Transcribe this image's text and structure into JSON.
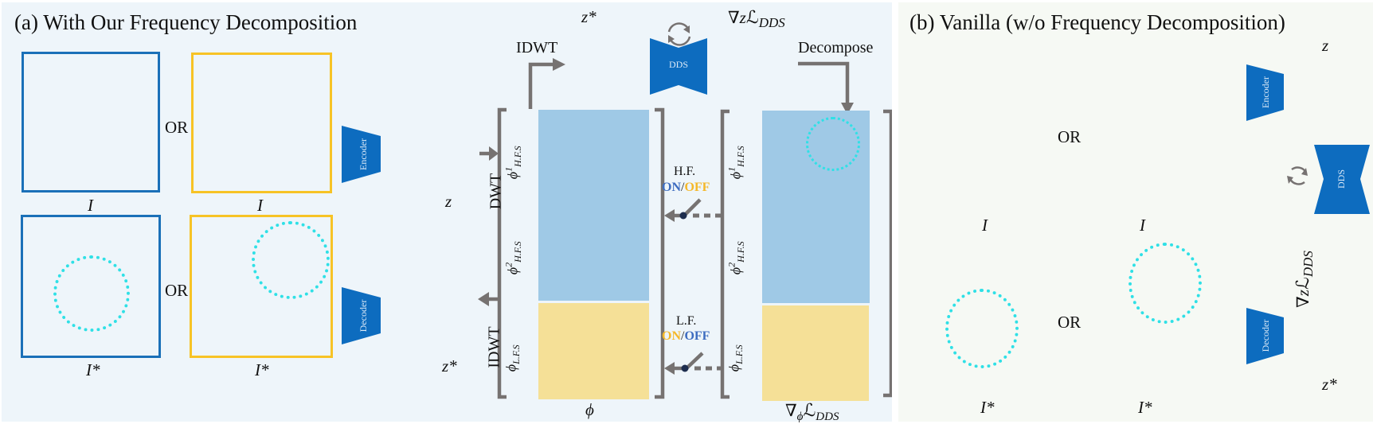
{
  "panel_a": {
    "title": "(a) With Our Frequency Decomposition",
    "or_labels": [
      "OR",
      "OR"
    ],
    "image_labels": {
      "top_left": "I",
      "top_right": "I",
      "bottom_left": "I*",
      "bottom_right": "I*"
    },
    "encoder_label": "Encoder",
    "decoder_label": "Decoder",
    "latent_in": "z",
    "latent_out": "z*",
    "latent_top": "z*",
    "dds_label": "DDS",
    "grad_z": "∇zℒDDS",
    "idwt_top": "IDWT",
    "decompose": "Decompose",
    "dwt": "DWT",
    "idwt_left": "IDWT",
    "phi_label": "ϕ",
    "grad_phi": "∇ϕℒDDS",
    "left_column": {
      "hf1": "ϕ¹H.F.S",
      "hf2": "ϕ²H.F.S",
      "lf": "ϕL.F.S"
    },
    "right_column": {
      "hf1": "ϕ¹H.F.S",
      "hf2": "ϕ²H.F.S",
      "lf": "ϕL.F.S"
    },
    "hf_switch": {
      "label": "H.F.",
      "on": "ON",
      "slash": "/",
      "off": "OFF"
    },
    "lf_switch": {
      "label": "L.F.",
      "on": "ON",
      "slash": "/",
      "off": "OFF"
    }
  },
  "panel_b": {
    "title": "(b) Vanilla (w/o Frequency Decomposition)",
    "or_labels": [
      "OR",
      "OR"
    ],
    "image_labels": {
      "top_left": "I",
      "top_right": "I",
      "bottom_left": "I*",
      "bottom_right": "I*"
    },
    "encoder_label": "Encoder",
    "decoder_label": "Decoder",
    "dds_label": "DDS",
    "latent_in": "z",
    "latent_out": "z*",
    "grad_z": "∇zℒDDS"
  },
  "colors": {
    "blue_frame": "#1a70b8",
    "yellow_frame": "#f7c325",
    "module_blue": "#0d6cbf",
    "hf_block": "#9fc9e6",
    "lf_block": "#f5e097",
    "dotted_circle": "#2fe0e6",
    "arrow_gray": "#767271",
    "on_blue": "#3d6cc0",
    "off_yellow": "#f5b82a"
  }
}
